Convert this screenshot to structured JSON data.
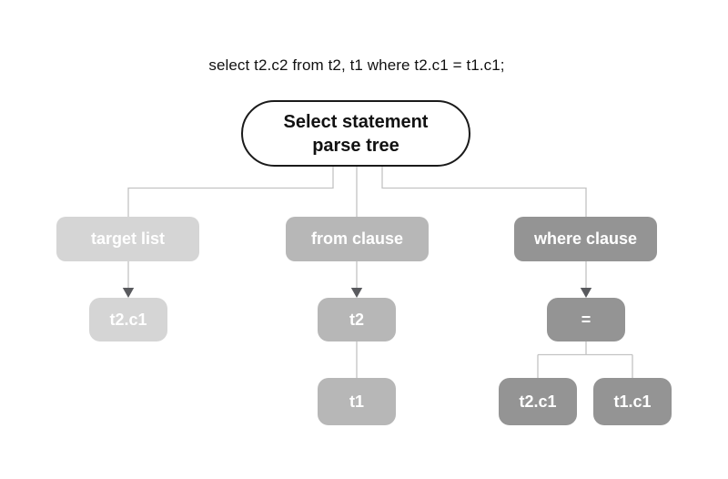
{
  "title": {
    "query": "select t2.c2 from t2, t1 where t2.c1 = t1.c1;"
  },
  "root_node": {
    "line1": "Select statement",
    "line2": "parse tree"
  },
  "nodes": {
    "target_list": {
      "label": "target list"
    },
    "from_clause": {
      "label": "from clause"
    },
    "where_clause": {
      "label": "where clause"
    },
    "t2c1_left": {
      "label": "t2.c1"
    },
    "t2": {
      "label": "t2"
    },
    "eq": {
      "label": "="
    },
    "t1": {
      "label": "t1"
    },
    "t2c1_right": {
      "label": "t2.c1"
    },
    "t1c1": {
      "label": "t1.c1"
    }
  },
  "colors": {
    "light": "#d5d5d5",
    "mid": "#b7b7b7",
    "dark": "#949494",
    "line": "#c3c3c3",
    "arrow": "#595a5e",
    "node-text": "#ffffff",
    "oval-border": "#1a1a1a",
    "text": "#111111"
  }
}
